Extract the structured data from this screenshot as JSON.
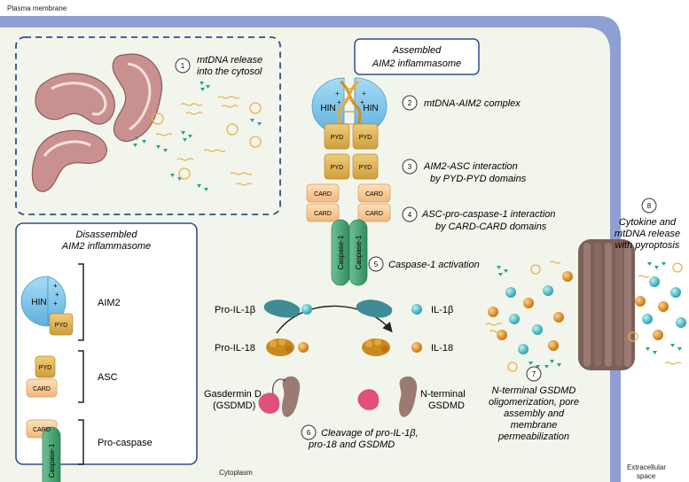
{
  "regions": {
    "plasma_membrane": "Plasma membrane",
    "cytoplasm": "Cytoplasm",
    "extracellular_1": "Extracellular",
    "extracellular_2": "space"
  },
  "steps": [
    {
      "num": "1",
      "line1": "mtDNA release",
      "line2": "into the cytosol"
    },
    {
      "num": "2",
      "line1": "mtDNA-AIM2 complex",
      "line2": ""
    },
    {
      "num": "3",
      "line1": "AIM2-ASC interaction",
      "line2": "by PYD-PYD domains"
    },
    {
      "num": "4",
      "line1": "ASC-pro-caspase-1 interaction",
      "line2": "by CARD-CARD domains"
    },
    {
      "num": "5",
      "line1": "Caspase-1 activation",
      "line2": ""
    },
    {
      "num": "6",
      "line1": "Cleavage of pro-IL-1β,",
      "line2": "pro-18 and GSDMD"
    },
    {
      "num": "7",
      "line1": "N-terminal GSDMD",
      "line2": "oligomerization, pore",
      "line3": "assembly and",
      "line4": "membrane",
      "line5": "permeabilization"
    },
    {
      "num": "8",
      "line1": "Cytokine and",
      "line2": "mtDNA release",
      "line3": "with pyroptosis"
    }
  ],
  "assembled": {
    "title1": "Assembled",
    "title2": "AIM2 inflammasome"
  },
  "disassembled": {
    "title1": "Disassembled",
    "title2": "AIM2 inflammasome",
    "aim2": "AIM2",
    "asc": "ASC",
    "procaspase": "Pro-caspase"
  },
  "domains": {
    "hin": "HIN",
    "pyd": "PYD",
    "card": "CARD",
    "caspase": "Caspase-1",
    "plus": "+"
  },
  "molecules": {
    "pro_il1b": "Pro-IL-1β",
    "il1b": "IL-1β",
    "pro_il18": "Pro-IL-18",
    "il18": "IL-18",
    "gsdmd1": "Gasdermin D",
    "gsdmd2": "(GSDMD)",
    "nterm1": "N-terminal",
    "nterm2": "GSDMD"
  },
  "colors": {
    "membrane": "#8e9fd4",
    "cytoplasm": "#f2f5ec",
    "hin": "#7cc3e8",
    "pyd": "#e2b65a",
    "card": "#f7cc99",
    "caspase": "#4aa578",
    "il1b": "#2fb5c0",
    "il18": "#e48a16",
    "gsdmd_n": "#e0507a",
    "gsdmd_c": "#9a7a72",
    "mtdna": "#1ea791",
    "dashed": "#2e4f8e"
  }
}
